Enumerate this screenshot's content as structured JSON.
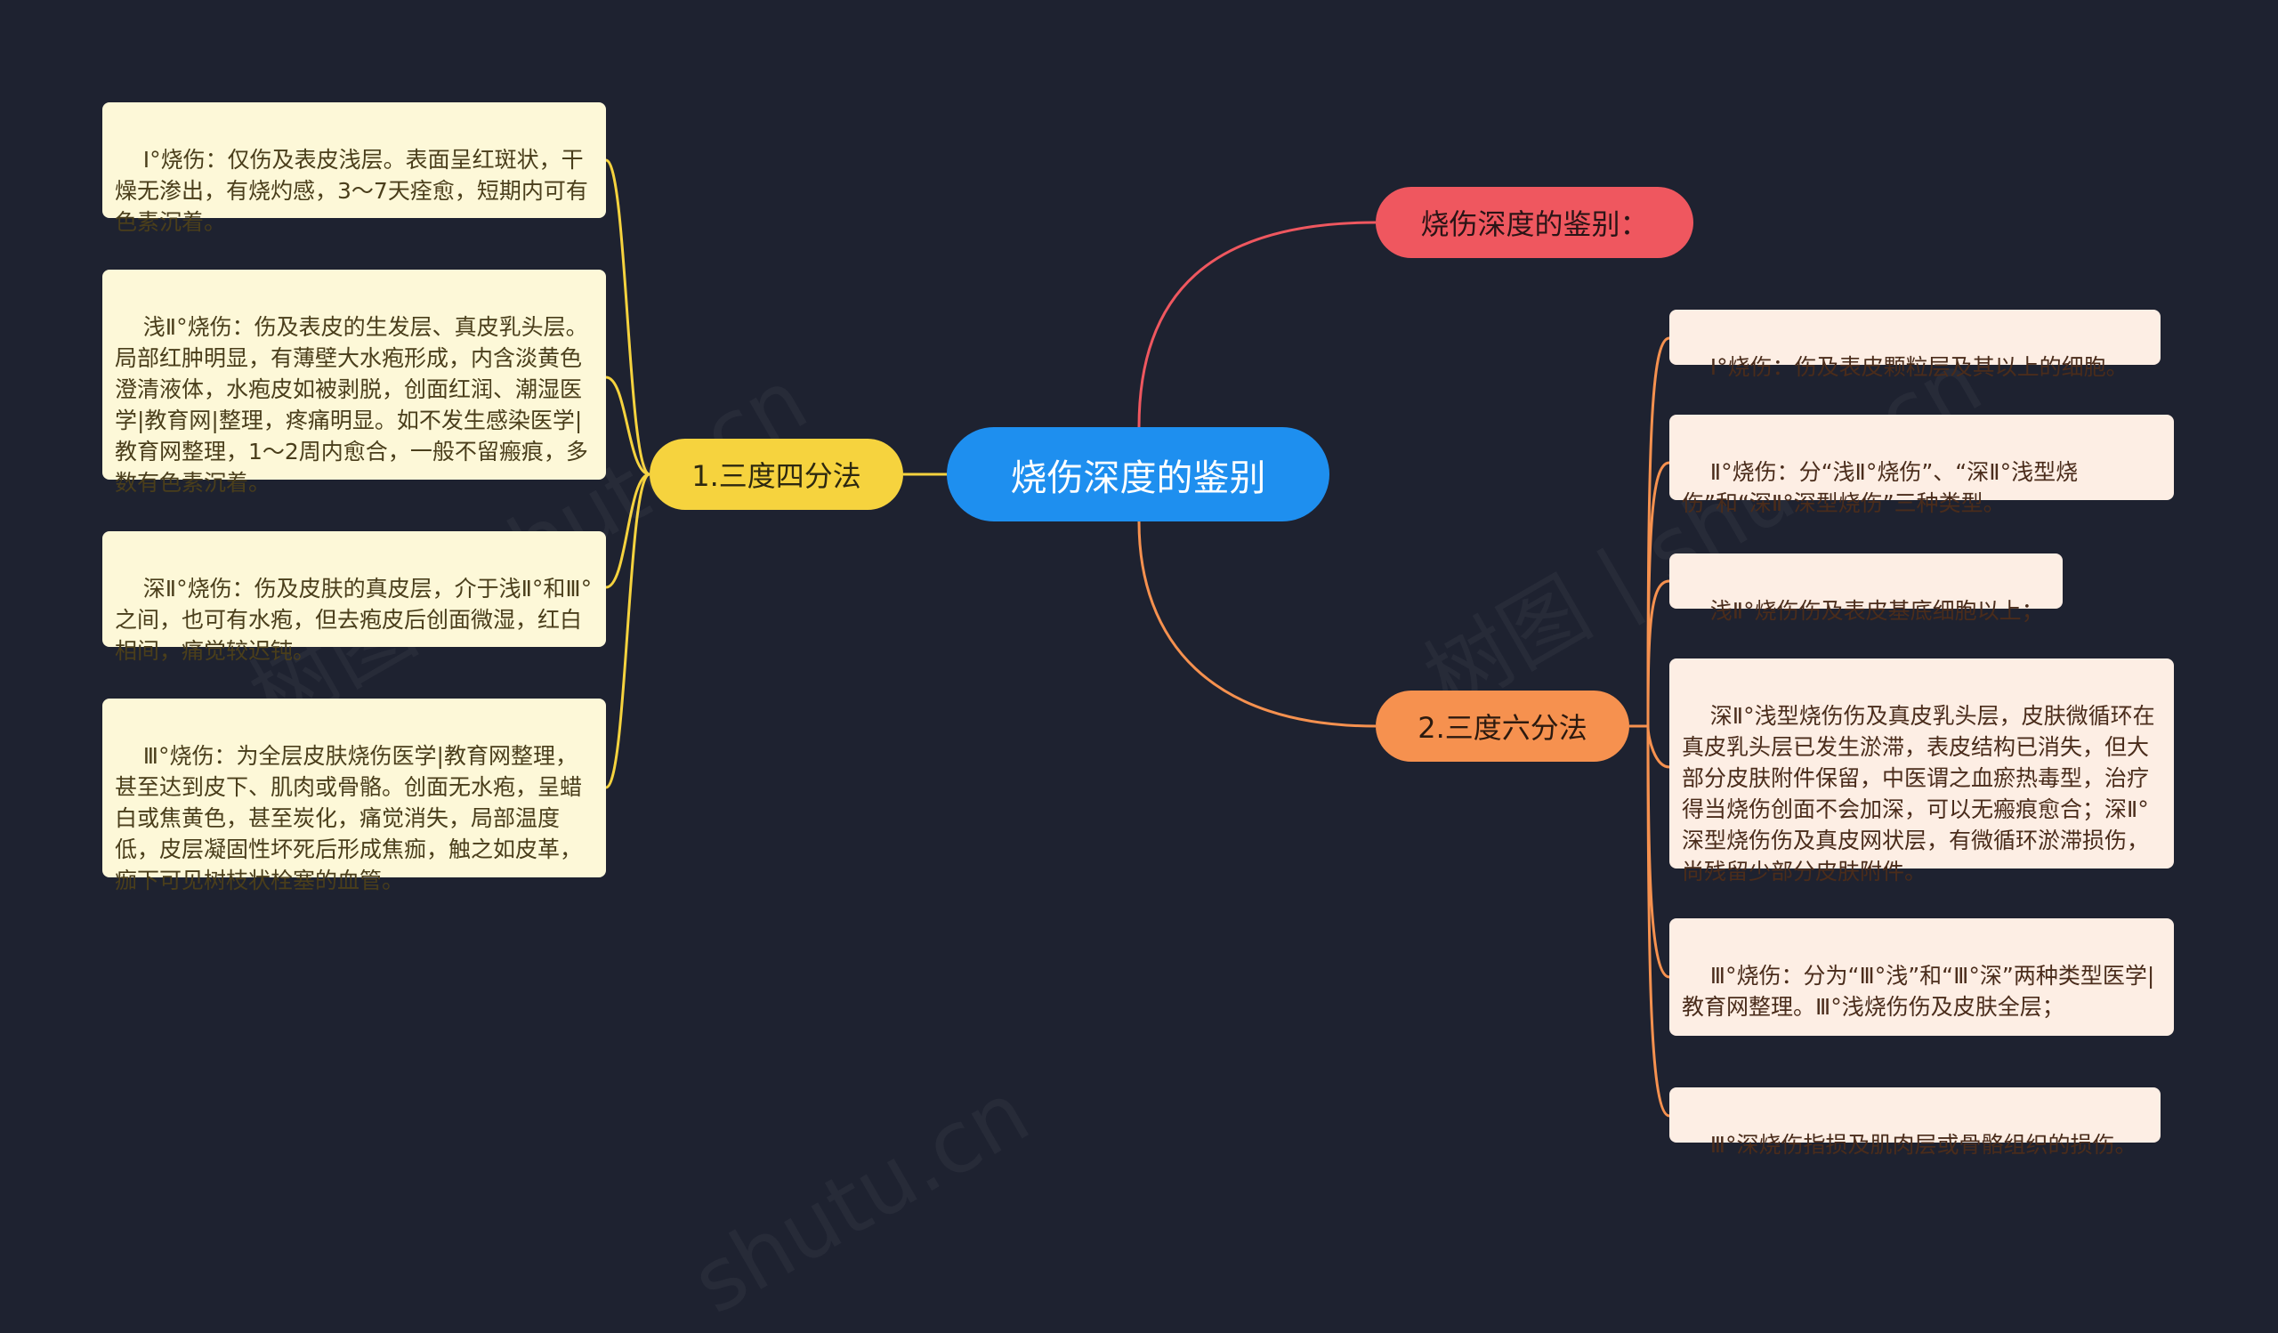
{
  "central": {
    "title": "烧伤深度的鉴别"
  },
  "branches": {
    "top": {
      "label": "烧伤深度的鉴别：",
      "color": "#ef575f"
    },
    "left": {
      "label": "1.三度四分法",
      "color": "#f6d33e",
      "items": [
        "Ⅰ°烧伤：仅伤及表皮浅层。表面呈红斑状，干燥无渗出，有烧灼感，3～7天痊愈，短期内可有色素沉着。",
        "浅Ⅱ°烧伤：伤及表皮的生发层、真皮乳头层。局部红肿明显，有薄壁大水疱形成，内含淡黄色澄清液体，水疱皮如被剥脱，创面红润、潮湿医学|教育网|整理，疼痛明显。如不发生感染医学|教育网整理，1～2周内愈合，一般不留瘢痕，多数有色素沉着。",
        "深Ⅱ°烧伤：伤及皮肤的真皮层，介于浅Ⅱ°和Ⅲ°之间，也可有水疱，但去疱皮后创面微湿，红白相间，痛觉较迟钝。",
        "Ⅲ°烧伤：为全层皮肤烧伤医学|教育网整理，甚至达到皮下、肌肉或骨骼。创面无水疱，呈蜡白或焦黄色，甚至炭化，痛觉消失，局部温度低，皮层凝固性坏死后形成焦痂，触之如皮革，痂下可见树枝状栓塞的血管。"
      ]
    },
    "right": {
      "label": "2.三度六分法",
      "color": "#f6914f",
      "items": [
        "Ⅰ°烧伤：伤及表皮颗粒层及其以上的细胞。",
        "Ⅱ°烧伤：分“浅Ⅱ°烧伤”、“深Ⅱ°浅型烧伤”和“深Ⅱ°深型烧伤”三种类型。",
        "浅Ⅱ°烧伤伤及表皮基底细胞以上；",
        "深Ⅱ°浅型烧伤伤及真皮乳头层，皮肤微循环在真皮乳头层已发生淤滞，表皮结构已消失，但大部分皮肤附件保留，中医谓之血瘀热毒型，治疗得当烧伤创面不会加深，可以无瘢痕愈合；深Ⅱ°深型烧伤伤及真皮网状层，有微循环淤滞损伤，尚残留少部分皮肤附件。",
        "Ⅲ°烧伤：分为“Ⅲ°浅”和“Ⅲ°深”两种类型医学|教育网整理。Ⅲ°浅烧伤伤及皮肤全层；",
        "Ⅲ°深烧伤指损及肌肉层或骨骼组织的损伤。"
      ]
    }
  },
  "watermarks": [
    "树图 | shutu.cn",
    "树图 | shutu.cn",
    "shutu.cn"
  ]
}
